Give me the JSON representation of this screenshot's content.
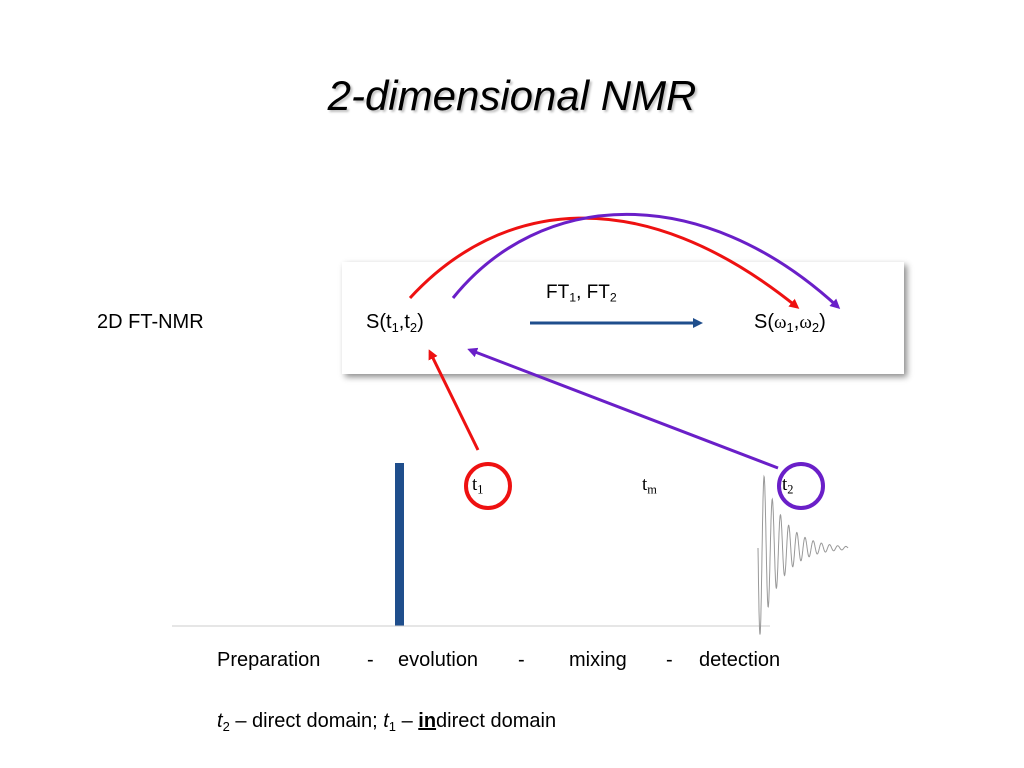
{
  "title": "2-dimensional NMR",
  "row_label": "2D FT-NMR",
  "signal_time": {
    "prefix": "S(t",
    "a": "1",
    "sep": ",t",
    "b": "2",
    "suffix": ")"
  },
  "fourier": {
    "a_pre": "FT",
    "a_sub": "1",
    "mid": ", FT",
    "b_sub": "2"
  },
  "signal_freq": {
    "prefix": "S(",
    "omega": "ω",
    "a": "1",
    "sep": ",",
    "b": "2",
    "suffix": ")"
  },
  "t1_label": {
    "base": "t",
    "sub": "1"
  },
  "tm_label": {
    "base": "t",
    "sub": "m"
  },
  "t2_label": {
    "base": "t",
    "sub": "2"
  },
  "stages": [
    "Preparation",
    "-",
    "evolution",
    "-",
    "mixing",
    "-",
    "detection"
  ],
  "footnote": {
    "t2": "t",
    "t2_sub": "2",
    "text1": " – direct domain; ",
    "t1": "t",
    "t1_sub": "1",
    "text2": " – ",
    "emph": "in",
    "text3": "direct domain"
  },
  "colors": {
    "red": "#ee1111",
    "purple": "#6a1fc8",
    "navy": "#1f4e8c",
    "gray": "#999999"
  }
}
